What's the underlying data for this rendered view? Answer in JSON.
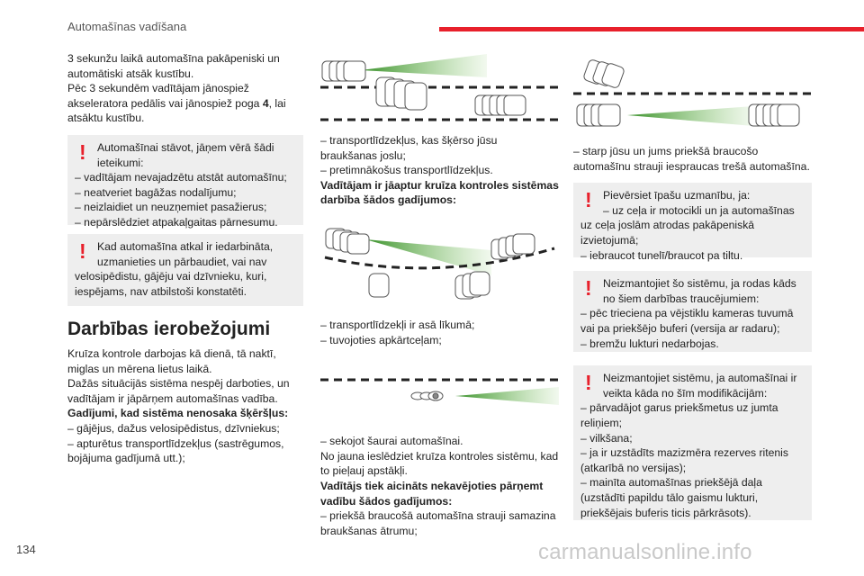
{
  "header": {
    "title": "Automašīnas vadīšana"
  },
  "page_number": "134",
  "watermark": "carmanualsonline.info",
  "colors": {
    "accent_red": "#e8202b",
    "note_bg": "#eeeeee",
    "green_beam": "#3f9a2a"
  },
  "col1": {
    "intro": [
      "3 sekunžu laikā automašīna pakāpeniski un",
      "automātiski atsāk kustību.",
      "Pēc 3 sekundēm vadītājam jānospiež",
      "akseleratora pedālis vai jānospiež poga ",
      "4",
      ", lai",
      "atsāktu kustību."
    ],
    "warn1": {
      "lines": [
        "Automašīnai stāvot, jāņem vērā šādi",
        "ieteikumi:",
        "–  vadītājam nevajadzētu atstāt automašīnu;",
        "–  neatveriet bagāžas nodalījumu;",
        "–  neizlaidiet un neuzņemiet pasažierus;",
        "–  nepārslēdziet atpakaļgaitas pārnesumu."
      ]
    },
    "warn2": {
      "lines": [
        "Kad automašīna atkal ir iedarbināta,",
        "uzmanieties un pārbaudiet, vai nav",
        "velosipēdistu, gājēju vai dzīvnieku, kuri,",
        "iespējams, nav atbilstoši konstatēti."
      ]
    },
    "heading": "Darbības ierobežojumi",
    "body": [
      "Kruīza kontrole darbojas kā dienā, tā naktī,",
      "miglas un mērena lietus laikā.",
      "Dažās situācijās sistēma nespēj darboties, un",
      "vadītājam ir jāpārņem automašīnas vadība."
    ],
    "bold_line": "Gadījumi, kad sistēma nenosaka šķēršļus:",
    "list": [
      "–  gājējus, dažus velosipēdistus, dzīvniekus;",
      "–  apturētus transportlīdzekļus (sastrēgumos,",
      "bojājuma gadījumā utt.);"
    ]
  },
  "col2": {
    "block1": [
      "–  transportlīdzekļus, kas šķērso jūsu",
      "braukšanas joslu;",
      "–  pretimnākošus transportlīdzekļus."
    ],
    "bold1": [
      "Vadītājam ir jāaptur kruīza kontroles sistēmas",
      "darbība šādos gadījumos:"
    ],
    "block2": [
      "–  transportlīdzekļi ir asā līkumā;",
      "–  tuvojoties apkārtceļam;"
    ],
    "block3": [
      "–  sekojot šaurai automašīnai.",
      "No jauna ieslēdziet kruīza kontroles sistēmu, kad",
      "to pieļauj apstākļi."
    ],
    "bold2": [
      "Vadītājs tiek aicināts nekavējoties pārņemt",
      "vadību šādos gadījumos:"
    ],
    "block4": [
      "–  priekšā braucošā automašīna strauji samazina",
      "braukšanas ātrumu;"
    ]
  },
  "col3": {
    "intro": [
      "–  starp jūsu un jums priekšā braucošo",
      "automašīnu strauji iespraucas trešā automašīna."
    ],
    "warn3": {
      "lines": [
        "Pievērsiet īpašu uzmanību, ja:",
        "–  uz ceļa ir motocikli un ja automašīnas",
        "uz ceļa joslām atrodas pakāpeniskā",
        "izvietojumā;",
        "–  iebraucot tunelī/braucot pa tiltu."
      ]
    },
    "warn4": {
      "lines": [
        "Neizmantojiet šo sistēmu, ja rodas kāds",
        "no šiem darbības traucējumiem:",
        "–  pēc trieciena pa vējstiklu kameras tuvumā",
        "vai pa priekšējo buferi (versija ar radaru);",
        "–  bremžu lukturi nedarbojas."
      ]
    },
    "warn5": {
      "lines": [
        "Neizmantojiet sistēmu, ja automašīnai ir",
        "veikta kāda no šīm modifikācijām:",
        "–  pārvadājot garus priekšmetus uz jumta",
        "reliņiem;",
        "–  vilkšana;",
        "–  ja ir uzstādīts mazizmēra rezerves ritenis",
        "(atkarībā no versijas);",
        "–  mainīta automašīnas priekšējā daļa",
        "(uzstādīti papildu tālo gaismu lukturi,",
        "priekšējais buferis ticis pārkrāsots)."
      ]
    },
    "warning_symbol": "!"
  },
  "illustrations": [
    {
      "name": "crossing-vehicle-illustration"
    },
    {
      "name": "curve-illustration"
    },
    {
      "name": "motorcycle-illustration"
    },
    {
      "name": "cut-in-illustration"
    }
  ]
}
